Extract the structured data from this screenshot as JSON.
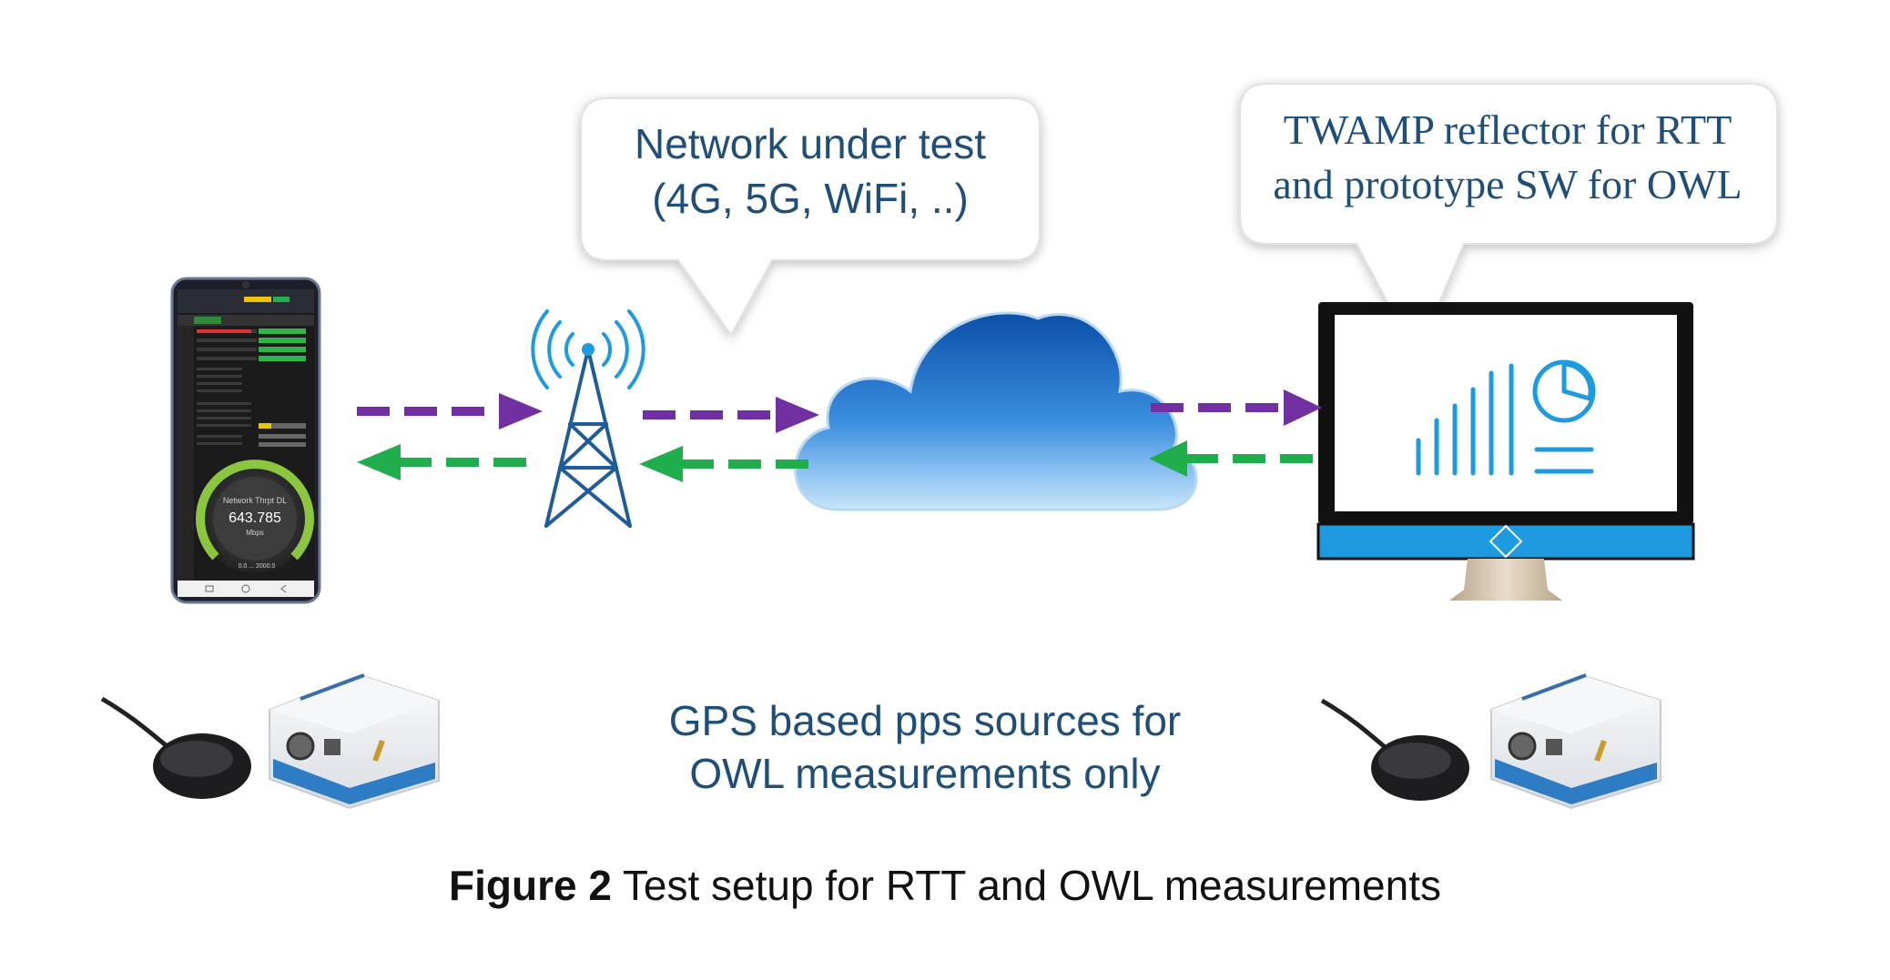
{
  "bubbles": {
    "network": {
      "line1": "Network under test",
      "line2": "(4G, 5G, WiFi, ..)"
    },
    "reflector": {
      "line1": "TWAMP reflector  for RTT",
      "line2": "and prototype SW for OWL"
    }
  },
  "gps": {
    "line1": "GPS based pps sources for",
    "line2": "OWL measurements only"
  },
  "caption": {
    "label": "Figure 2",
    "text": " Test setup for RTT and OWL measurements"
  },
  "phone": {
    "gauge_label": "Network Thrpt DL",
    "gauge_value": "643.785",
    "gauge_unit": "Mbps",
    "gauge_range": "0.0 ... 2000.0"
  },
  "colors": {
    "uplink_arrow": "#7030a0",
    "downlink_arrow": "#1fae4b",
    "text_blue": "#1f4e79",
    "tower_blue": "#1f5c99",
    "cloud_blue": "#2f7fd6",
    "monitor_accent": "#1e9be0"
  },
  "icons": [
    "smartphone-icon",
    "cell-tower-icon",
    "cloud-icon",
    "monitor-icon",
    "gps-antenna-icon",
    "pps-box-icon"
  ]
}
